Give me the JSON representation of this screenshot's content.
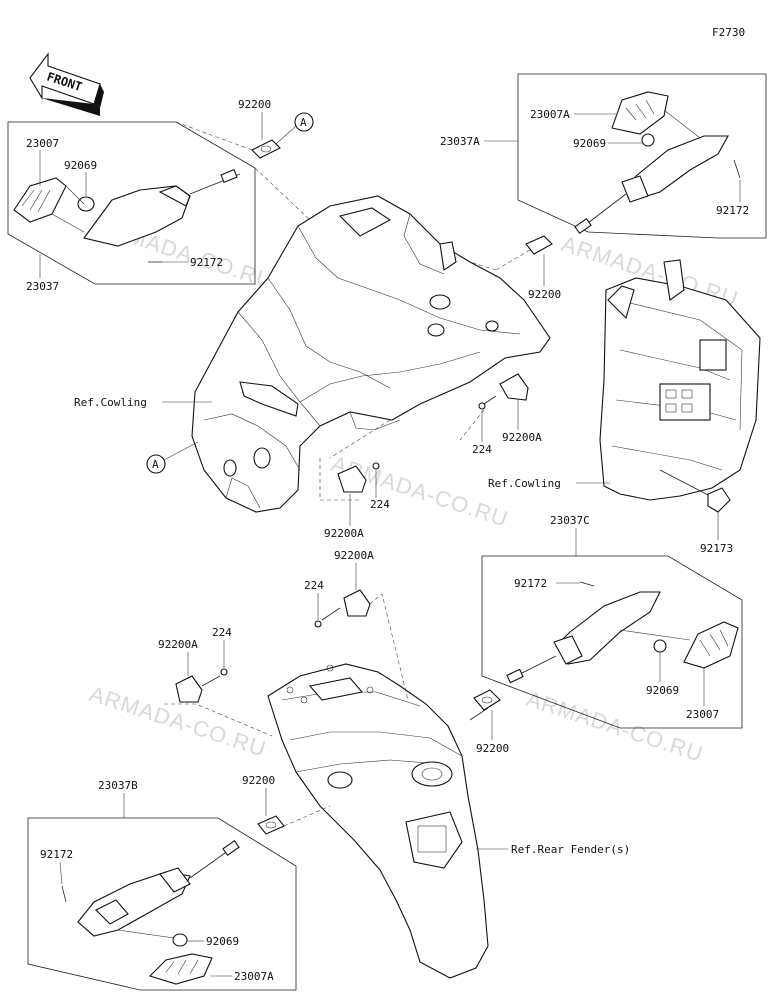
{
  "diagram_code": "F2730",
  "front_label": "FRONT",
  "callout_letter": "A",
  "watermark": "ARMADA-CO.RU",
  "labels": {
    "p92200_tl": "92200",
    "p23007_l": "23007",
    "p92069_l": "92069",
    "p92172_l": "92172",
    "p23037": "23037",
    "p23007A_tr": "23007A",
    "p23037A": "23037A",
    "p92069_tr": "92069",
    "p92172_tr": "92172",
    "p92200_tr": "92200",
    "ref_cowling_l": "Ref.Cowling",
    "p224_a": "224",
    "p92200A_a": "92200A",
    "p224_b": "224",
    "p92200A_b": "92200A",
    "ref_cowling_r": "Ref.Cowling",
    "p92173": "92173",
    "p23037C": "23037C",
    "p92200A_c": "92200A",
    "p224_c": "224",
    "p92172_c": "92172",
    "p92200A_d": "92200A",
    "p224_d": "224",
    "p92069_c": "92069",
    "p23007_c": "23007",
    "p92200_c": "92200",
    "p23037B": "23037B",
    "p92200_b": "92200",
    "p92172_b": "92172",
    "p92069_b": "92069",
    "p23007A_b": "23007A",
    "ref_rear_fender": "Ref.Rear Fender(s)"
  }
}
